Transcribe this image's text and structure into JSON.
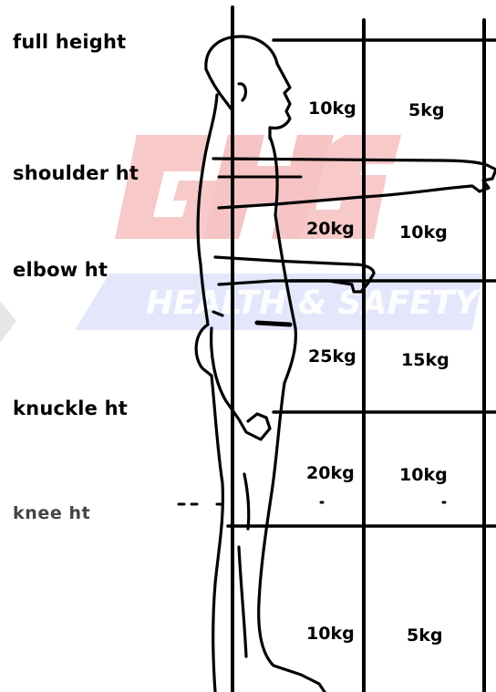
{
  "zones": [
    {
      "label": "full height"
    },
    {
      "label": "shoulder ht"
    },
    {
      "label": "elbow ht"
    },
    {
      "label": "knuckle ht"
    },
    {
      "label": "knee ht"
    }
  ],
  "weights": {
    "rows": [
      {
        "close": "10kg",
        "extended": "5kg"
      },
      {
        "close": "20kg",
        "extended": "10kg"
      },
      {
        "close": "25kg",
        "extended": "15kg"
      },
      {
        "close": "20kg",
        "extended": "10kg"
      },
      {
        "close": "10kg",
        "extended": "5kg"
      }
    ]
  },
  "watermark": {
    "logo_text": "GHS",
    "subtitle": "HEALTH & SAFETY",
    "logo_color": "#f7c8c8",
    "band_color": "#e3e6fa"
  },
  "colors": {
    "line": "#000000",
    "background": "#ffffff"
  }
}
